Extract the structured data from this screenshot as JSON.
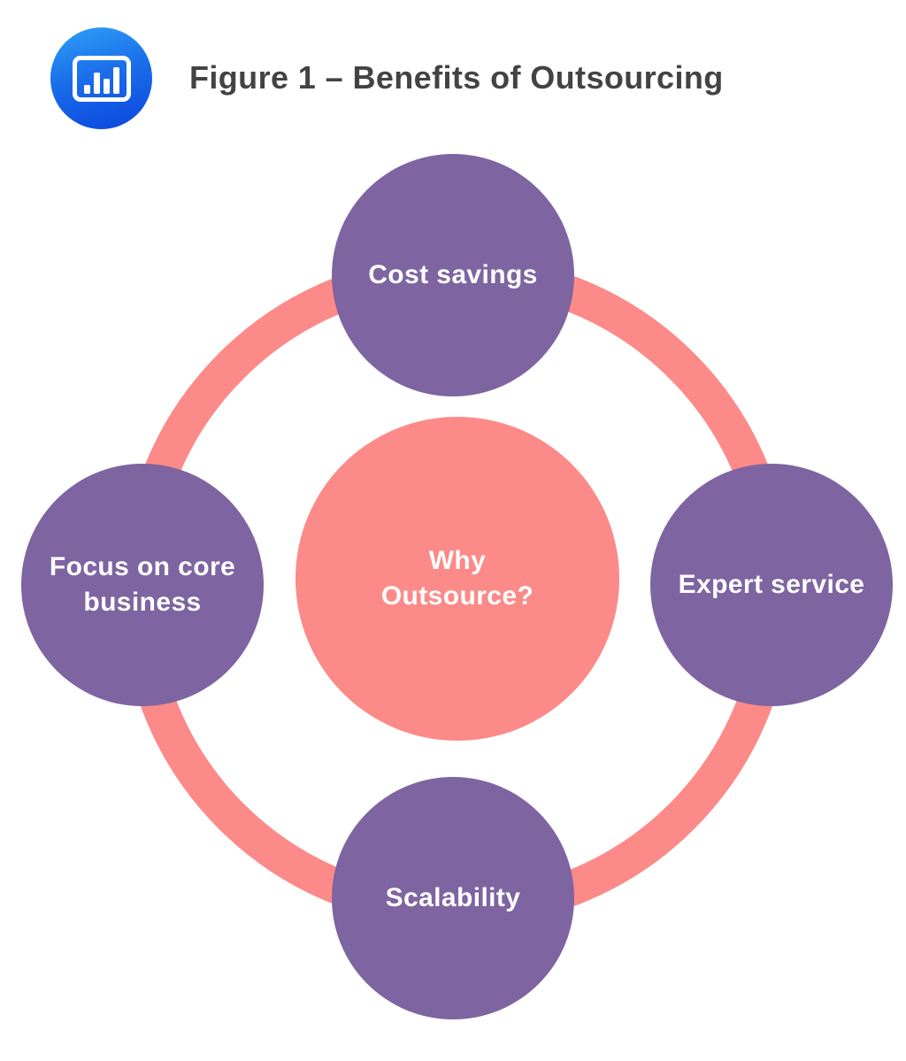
{
  "header": {
    "icon_name": "bar-chart-icon",
    "title": "Figure 1 – Benefits of Outsourcing"
  },
  "diagram": {
    "center_label": "Why\nOutsource?",
    "nodes": {
      "top": {
        "label": "Cost savings"
      },
      "right": {
        "label": "Expert service"
      },
      "bottom": {
        "label": "Scalability"
      },
      "left": {
        "label": "Focus on core\nbusiness"
      }
    }
  },
  "colors": {
    "ring": "#FC8A88",
    "center_circle": "#FC8A88",
    "node_circle": "#7E64A0",
    "node_text": "#FFFFFF",
    "title_text": "#434343",
    "icon_gradient_top": "#2FA0F6",
    "icon_gradient_bottom": "#0B45DE",
    "icon_glyph": "#FFFFFF"
  }
}
